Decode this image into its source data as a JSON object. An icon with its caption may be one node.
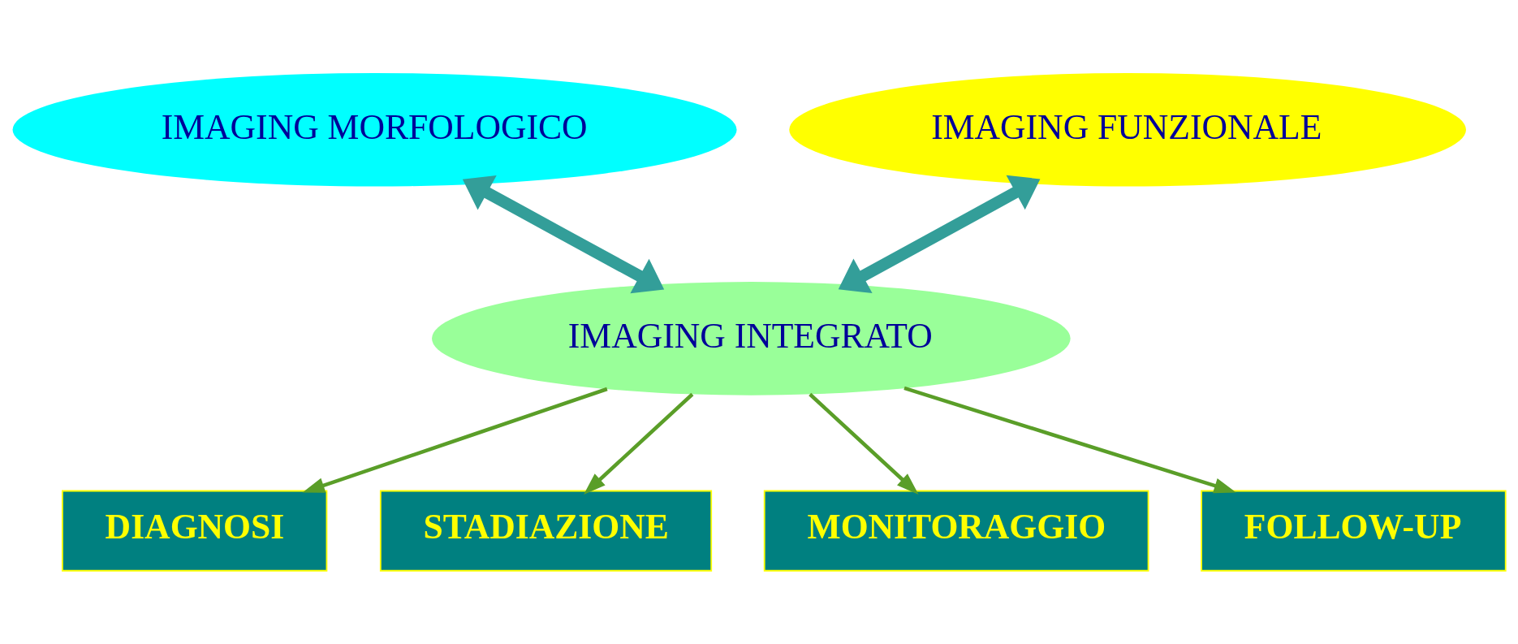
{
  "diagram": {
    "nodes": [
      {
        "text": [
          "IMAGING MORFOLOGICO"
        ]
      },
      {
        "text": [
          "IMAGING FUNZIONALE"
        ]
      },
      {
        "text": [
          "IMAGING INTEGRATO"
        ]
      },
      {
        "text": [
          "DIAGNOSI"
        ]
      },
      {
        "text": [
          "STADIAZIONE"
        ]
      },
      {
        "text": [
          "MONITORAGGIO"
        ]
      },
      {
        "text": [
          "FOLLOW-UP"
        ]
      }
    ],
    "edges": [
      {
        "from": 0,
        "to": 2,
        "arrow": "both",
        "style": "thick",
        "color": "#339e99"
      },
      {
        "from": 1,
        "to": 2,
        "arrow": "both",
        "style": "thick",
        "color": "#339e99"
      },
      {
        "from": 2,
        "to": 3,
        "arrow": "to"
      },
      {
        "from": 2,
        "to": 4,
        "arrow": "to"
      },
      {
        "from": 2,
        "to": 5,
        "arrow": "to"
      },
      {
        "from": 2,
        "to": 6,
        "arrow": "to"
      }
    ]
  }
}
